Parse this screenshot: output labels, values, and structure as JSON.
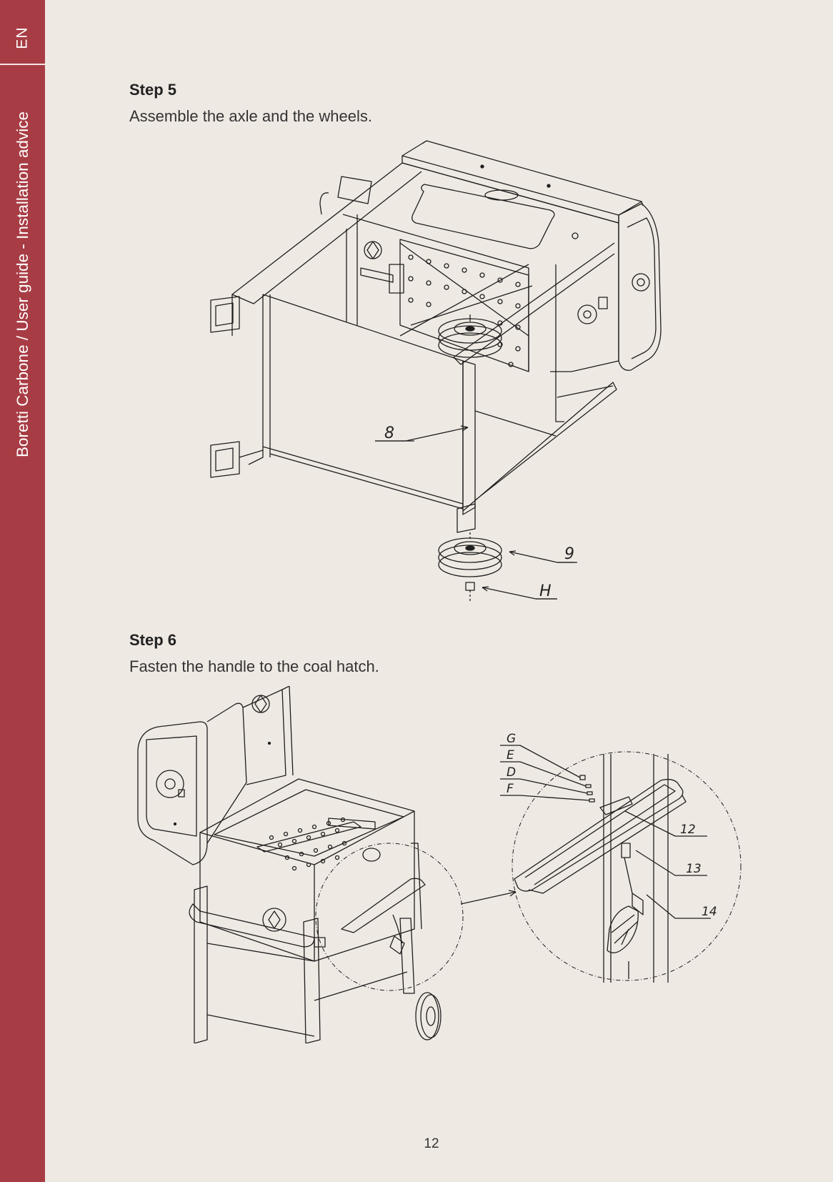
{
  "sidebar": {
    "language": "EN",
    "title": "Boretti Carbone / User guide - Installation advice"
  },
  "step5": {
    "heading": "Step 5",
    "text": "Assemble the axle and the wheels.",
    "callouts": {
      "axle": "8",
      "wheel": "9",
      "nut": "H"
    }
  },
  "step6": {
    "heading": "Step 6",
    "text": "Fasten the handle to the coal hatch.",
    "callouts": {
      "g": "G",
      "e": "E",
      "d": "D",
      "f": "F",
      "hatch": "12",
      "bolt": "13",
      "handle": "14"
    }
  },
  "footer": {
    "page_number": "12"
  },
  "colors": {
    "sidebar": "#a83c44",
    "background": "#efe9e3",
    "text": "#2b2b2b"
  }
}
